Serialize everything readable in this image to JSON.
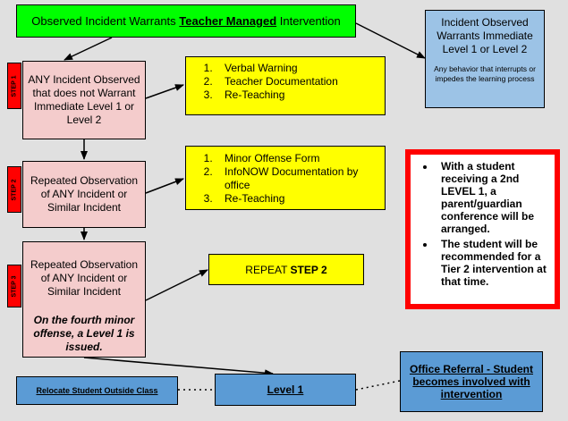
{
  "header": {
    "prefix": "Observed Incident Warrants ",
    "emphasis": "Teacher Managed",
    "suffix": " Intervention"
  },
  "immediate": {
    "title": "Incident Observed Warrants Immediate Level 1 or Level 2",
    "note": "Any behavior that interrupts or impedes the learning process"
  },
  "steps": [
    {
      "tab": "STEP 1",
      "text": "ANY Incident Observed that does not Warrant Immediate Level 1 or Level 2",
      "actions": [
        "Verbal Warning",
        "Teacher Documentation",
        "Re-Teaching"
      ]
    },
    {
      "tab": "STEP 2",
      "text": "Repeated Observation of ANY Incident or Similar Incident",
      "actions": [
        "Minor Offense Form",
        "InfoNOW Documentation by office",
        "Re-Teaching"
      ]
    },
    {
      "tab": "STEP 3",
      "text": "Repeated Observation of ANY Incident or Similar Incident",
      "note": "On the fourth minor offense, a Level 1 is issued.",
      "repeat_prefix": "REPEAT ",
      "repeat_emphasis": "STEP 2"
    }
  ],
  "notice": [
    "With a student receiving a 2nd LEVEL 1, a parent/guardian conference will be arranged.",
    "The student will be recommended for a Tier 2 intervention at that time."
  ],
  "bottom": {
    "relocate": "Relocate Student Outside Class",
    "level1": "Level 1",
    "referral": "Office Referral - Student becomes involved with intervention"
  },
  "colors": {
    "header": "#00ff00",
    "immediate": "#9cc3e6",
    "step": "#f4cccc",
    "step_tab": "#ff0000",
    "action": "#ffff00",
    "notice_border": "#ff0000",
    "bottom_box": "#5b9bd5",
    "background": "#e0e0e0"
  }
}
